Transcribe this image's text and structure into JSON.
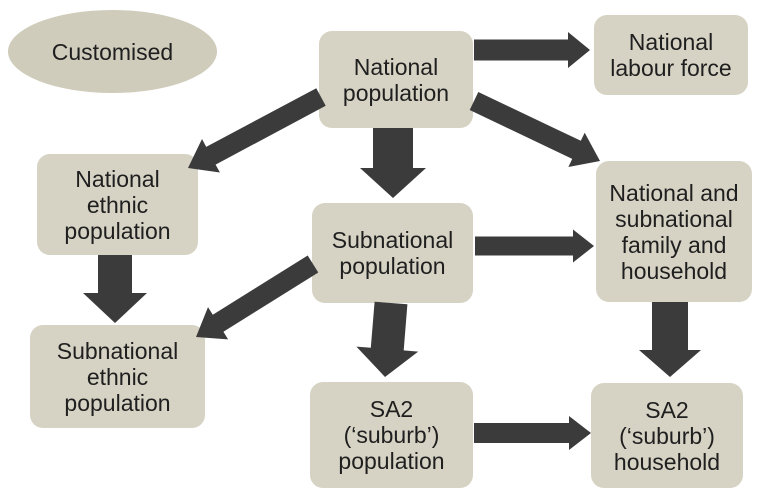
{
  "diagram": {
    "type": "flowchart",
    "background": "#ffffff",
    "colors": {
      "node_fill": "#d6d3c4",
      "ellipse_fill": "#cfccbb",
      "arrow": "#3b3b3b",
      "text": "#1f1f1f"
    },
    "legend_bubble": {
      "label": "Customised",
      "shape": "ellipse"
    },
    "nodes": [
      {
        "id": "national-population",
        "label": "National\npopulation"
      },
      {
        "id": "national-labour-force",
        "label": "National\nlabour force"
      },
      {
        "id": "national-ethnic-population",
        "label": "National\nethnic\npopulation"
      },
      {
        "id": "subnational-population",
        "label": "Subnational\npopulation"
      },
      {
        "id": "national-subnational-family-household",
        "label": "National and\nsubnational\nfamily and\nhousehold"
      },
      {
        "id": "subnational-ethnic-population",
        "label": "Subnational\nethnic\npopulation"
      },
      {
        "id": "sa2-suburb-population",
        "label": "SA2\n(‘suburb’)\npopulation"
      },
      {
        "id": "sa2-suburb-household",
        "label": "SA2\n(‘suburb’)\nhousehold"
      }
    ],
    "edges": [
      {
        "from": "national-population",
        "to": "national-labour-force"
      },
      {
        "from": "national-population",
        "to": "national-ethnic-population"
      },
      {
        "from": "national-population",
        "to": "subnational-population"
      },
      {
        "from": "national-population",
        "to": "national-subnational-family-household"
      },
      {
        "from": "national-ethnic-population",
        "to": "subnational-ethnic-population"
      },
      {
        "from": "subnational-population",
        "to": "subnational-ethnic-population"
      },
      {
        "from": "subnational-population",
        "to": "national-subnational-family-household"
      },
      {
        "from": "subnational-population",
        "to": "sa2-suburb-population"
      },
      {
        "from": "national-subnational-family-household",
        "to": "sa2-suburb-household"
      },
      {
        "from": "sa2-suburb-population",
        "to": "sa2-suburb-household"
      }
    ]
  }
}
